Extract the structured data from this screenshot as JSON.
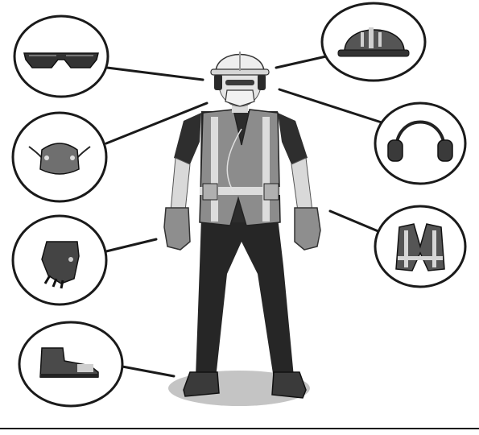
{
  "diagram": {
    "subject": "worker-wearing-ppe",
    "callouts": [
      {
        "id": "safety-glasses",
        "icon": "safety-glasses-icon"
      },
      {
        "id": "dust-mask",
        "icon": "dust-mask-icon"
      },
      {
        "id": "work-gloves",
        "icon": "work-gloves-icon"
      },
      {
        "id": "safety-boots",
        "icon": "safety-boots-icon"
      },
      {
        "id": "hard-hat",
        "icon": "hard-hat-icon"
      },
      {
        "id": "ear-muffs",
        "icon": "ear-muffs-icon"
      },
      {
        "id": "safety-vest",
        "icon": "safety-vest-icon"
      }
    ]
  },
  "colors": {
    "ink": "#1a1a1a",
    "dark_gray": "#3a3a3a",
    "mid_gray": "#7a7a7a",
    "light_gray": "#bdbdbd",
    "paper": "#ffffff"
  }
}
